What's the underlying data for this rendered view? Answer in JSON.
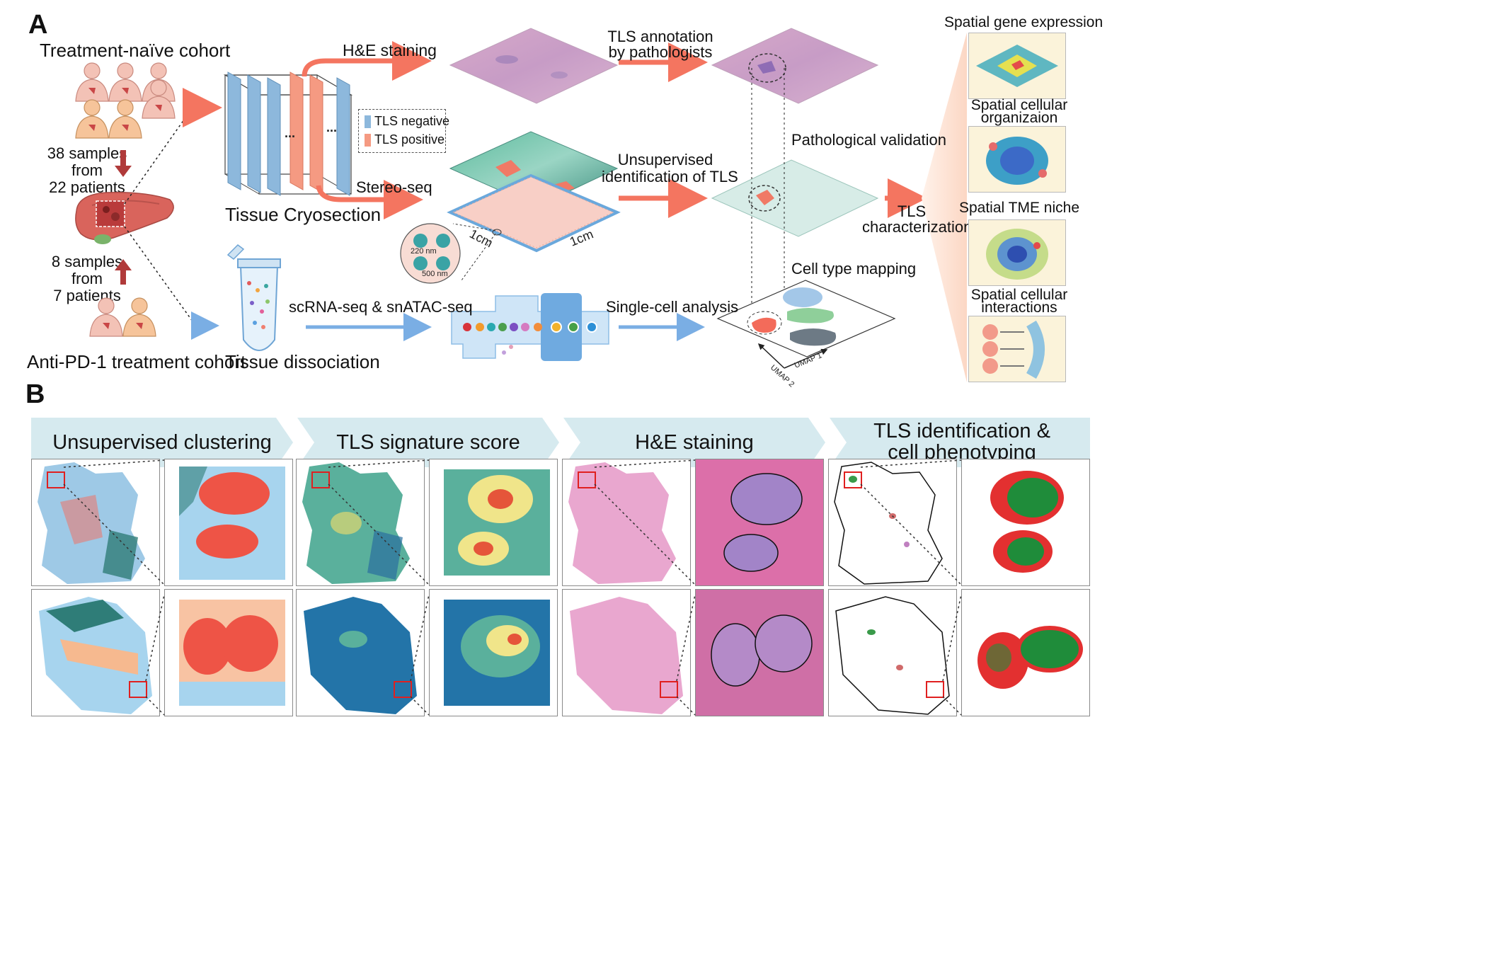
{
  "panelA": {
    "letter": "A",
    "cohort_naive": "Treatment-naïve cohort",
    "cohort_pd1": "Anti-PD-1 treatment cohort",
    "samples_naive": [
      "38 samples",
      "from",
      "22 patients"
    ],
    "samples_pd1": [
      "8 samples",
      "from",
      "7 patients"
    ],
    "tissue_cryosection": "Tissue Cryosection",
    "tissue_dissociation": "Tissue dissociation",
    "legend": {
      "negative": "TLS negative",
      "positive": "TLS positive"
    },
    "he_staining": "H&E staining",
    "stereo_seq": "Stereo-seq",
    "sc_seq": "scRNA-seq & snATAC-seq",
    "tls_annotation": [
      "TLS annotation",
      "by pathologists"
    ],
    "unsupervised_id": [
      "Unsupervised",
      "identification of TLS"
    ],
    "single_cell_analysis": "Single-cell analysis",
    "pathological_validation": "Pathological validation",
    "cell_type_mapping": "Cell type mapping",
    "chip": {
      "size_1": "1cm",
      "size_2": "1cm",
      "spot_1": "220 nm",
      "spot_2": "500 nm"
    },
    "umap": {
      "x": "UMAP 1",
      "y": "UMAP 2"
    },
    "tls_characterization": [
      "TLS",
      "characterization"
    ],
    "side_titles": [
      "Spatial gene expression",
      [
        "Spatial cellular",
        "organizaion"
      ],
      "Spatial TME niche",
      [
        "Spatial cellular",
        "interactions"
      ]
    ],
    "colors": {
      "tls_negative": "#8db8dc",
      "tls_positive": "#f59a82",
      "red_arrow": "#f47560",
      "blue_arrow": "#7aaee4",
      "dark_arrow": "#b03a3a"
    }
  },
  "panelB": {
    "letter": "B",
    "steps": [
      {
        "label": "Unsupervised clustering"
      },
      {
        "label": "TLS signature score"
      },
      {
        "label": "H&E staining"
      },
      {
        "label": "TLS identification &",
        "label2": "cell phenotyping"
      }
    ],
    "chevron_color": "#d6eaef"
  }
}
